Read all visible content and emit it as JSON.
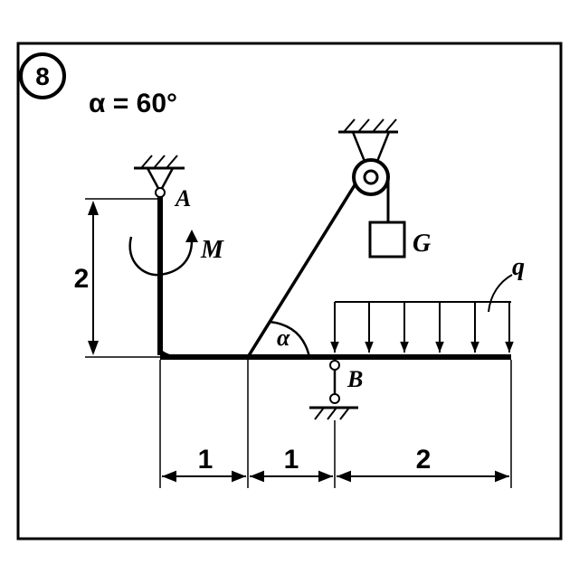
{
  "figure": {
    "number": "8",
    "angle_text": "α = 60°"
  },
  "labels": {
    "point_a": "A",
    "point_b": "B",
    "moment": "M",
    "weight": "G",
    "load": "q",
    "angle": "α"
  },
  "dimensions": {
    "height": "2",
    "seg1": "1",
    "seg2": "1",
    "seg3": "2"
  }
}
